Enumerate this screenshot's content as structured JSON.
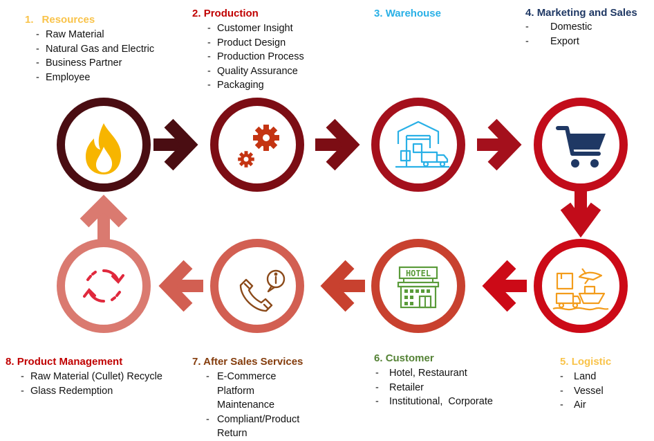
{
  "stages": [
    {
      "number": "1.",
      "title": "Resources",
      "color": "#f9c34a",
      "items": [
        "Raw Material",
        "Natural Gas and Electric",
        "Business Partner",
        "Employee"
      ]
    },
    {
      "number": "2.",
      "title": "Production",
      "color": "#c00000",
      "items": [
        "Customer Insight",
        "Product Design",
        "Production Process",
        "Quality Assurance",
        "Packaging"
      ]
    },
    {
      "number": "3.",
      "title": "Warehouse",
      "color": "#29b0e6",
      "items": []
    },
    {
      "number": "4.",
      "title": "Marketing and Sales",
      "color": "#1f3864",
      "items": [
        "Domestic",
        "Export"
      ]
    },
    {
      "number": "5.",
      "title": "Logistic",
      "color": "#f9c34a",
      "items": [
        "Land",
        "Vessel",
        "Air"
      ]
    },
    {
      "number": "6.",
      "title": "Customer",
      "color": "#548235",
      "items": [
        "Hotel, Restaurant",
        "Retailer",
        "Institutional,  Corporate"
      ]
    },
    {
      "number": "7.",
      "title": "After Sales Services",
      "color": "#843c0c",
      "items": [
        "E-Commerce Platform Maintenance",
        "Compliant/Product Return"
      ]
    },
    {
      "number": "8.",
      "title": "Product Management",
      "color": "#c00000",
      "items": [
        "Raw Material (Cullet) Recycle",
        "Glass Redemption"
      ]
    }
  ],
  "hotel_sign": "HOTEL",
  "colors": {
    "resources_ring": "#4a0d12",
    "production_ring": "#7c0d14",
    "warehouse_ring": "#a4101c",
    "marketing_ring": "#c20c1a",
    "logistic_ring": "#cc0a17",
    "customer_ring": "#c8412f",
    "after_sales_ring": "#d25f52",
    "product_mgmt_ring": "#da7a70",
    "fire_icon": "#f7b500",
    "gears_icon": "#c43412",
    "warehouse_icon": "#29b0e6",
    "cart_icon": "#1f3864",
    "logistic_icon": "#f39c1b",
    "hotel_icon": "#5a9b3a",
    "phone_icon": "#8b4a1a",
    "recycle_icon": "#e0293d"
  },
  "icons": [
    "flame-icon",
    "gears-icon",
    "warehouse-icon",
    "shopping-cart-icon",
    "logistics-icon",
    "hotel-icon",
    "phone-info-icon",
    "recycle-icon"
  ]
}
